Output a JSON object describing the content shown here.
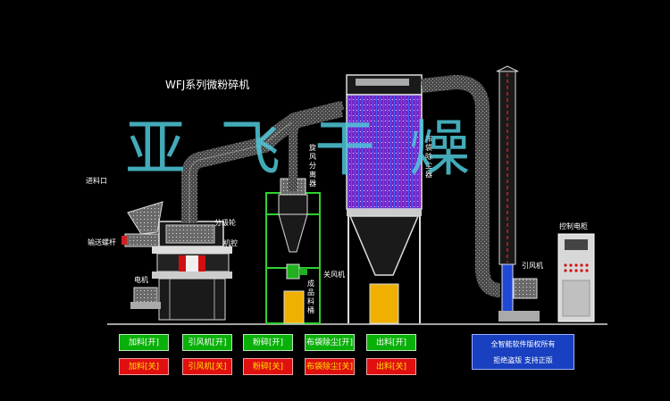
{
  "title": "WFJ系列微粉碎机",
  "watermark": "亚飞干燥",
  "labels": {
    "feed_inlet": "进料口",
    "screw_conveyor": "输送螺杆",
    "motor": "电机",
    "classifier_wheel": "分级轮",
    "chamber": "机腔",
    "cyclone": [
      "旋",
      "风",
      "分",
      "离",
      "器"
    ],
    "product_bin": [
      "成",
      "品",
      "料",
      "桶"
    ],
    "airlock": "关风机",
    "baghouse": [
      "布",
      "袋",
      "除",
      "尘",
      "器"
    ],
    "fan": "引风机",
    "control_cabinet": "控制电柜"
  },
  "controls": {
    "on": [
      "加料[开]",
      "引风机[开]",
      "粉碎[开]",
      "布袋除尘[开]",
      "出料[开]"
    ],
    "off": [
      "加料[关]",
      "引风机[关]",
      "粉碎[关]",
      "布袋除尘[关]",
      "出料[关]"
    ]
  },
  "notice": {
    "line1": "全智能软件版权所有",
    "line2": "拒绝盗版    支持正版"
  },
  "colors": {
    "on_button": "#0ab00a",
    "off_button": "#e01010",
    "off_text": "#ffe000",
    "notice_bg": "#1840c0",
    "watermark": "#4fc8d8",
    "bag_filter": "#8a30c8",
    "product": "#f0b000"
  }
}
